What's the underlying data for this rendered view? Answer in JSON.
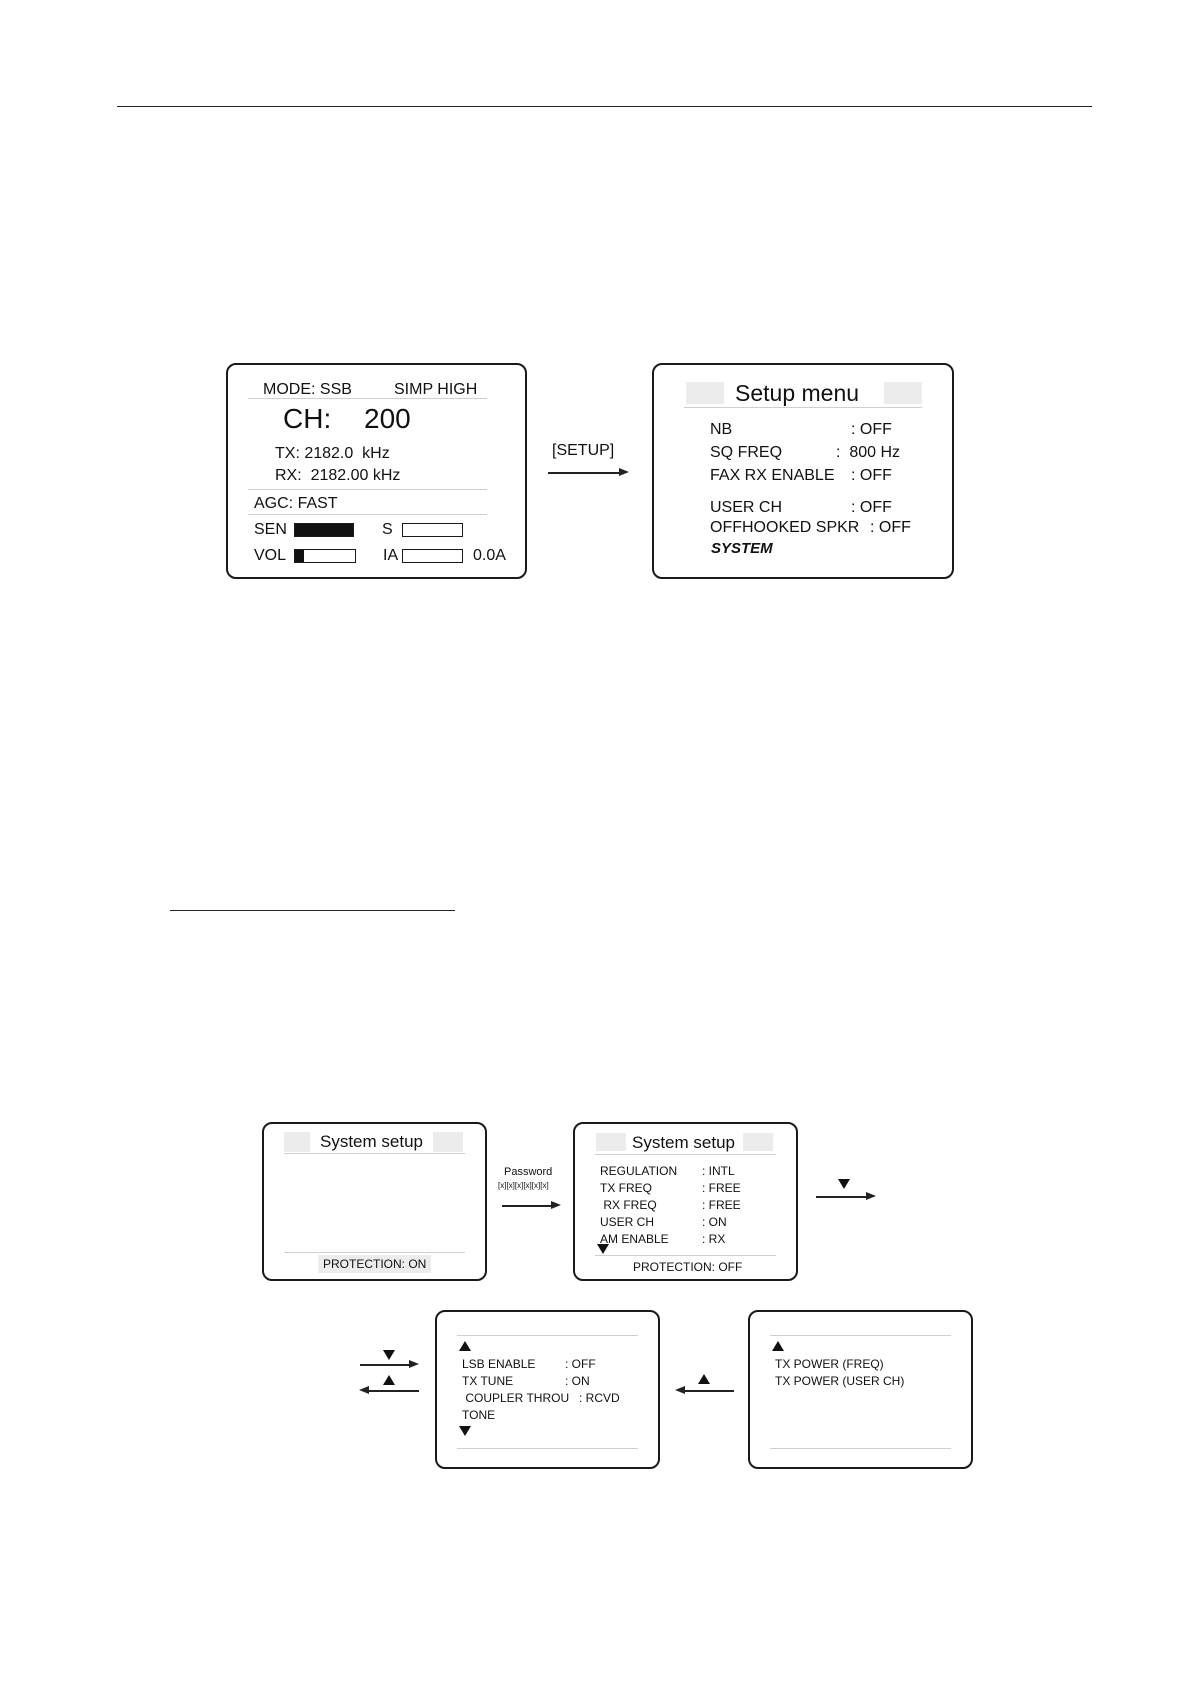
{
  "top_screen": {
    "mode": "MODE: SSB",
    "simp": "SIMP HIGH",
    "ch_label": "CH:",
    "ch_value": "200",
    "tx": "TX: 2182.0  kHz",
    "rx": "RX:  2182.00 kHz",
    "agc": "AGC: FAST",
    "sen_label": "SEN",
    "sen_level": 1.0,
    "s_label": "S",
    "s_level": 0.0,
    "vol_label": "VOL",
    "vol_level": 0.15,
    "ia_label": "IA",
    "ia_level": 0.0,
    "ia_value": "0.0A"
  },
  "setup_arrow_label": "[SETUP]",
  "setup_menu": {
    "title": "Setup menu",
    "rows": [
      {
        "label": "NB",
        "value": ": OFF"
      },
      {
        "label": "SQ FREQ",
        "value": ":  800 Hz"
      },
      {
        "label": "FAX RX ENABLE",
        "value": ": OFF"
      },
      {
        "label": "USER CH",
        "value": ": OFF"
      },
      {
        "label": "OFFHOOKED SPKR",
        "value": ": OFF"
      }
    ],
    "system": "SYSTEM"
  },
  "system_setup_locked": {
    "title": "System setup",
    "protection": "PROTECTION: ON"
  },
  "password_arrow": {
    "label": "Password",
    "mask": "[x][x][x][x][x][x]"
  },
  "system_setup_unlocked": {
    "title": "System setup",
    "rows": [
      {
        "label": "REGULATION",
        "value": ": INTL"
      },
      {
        "label": "TX FREQ",
        "value": ": FREE"
      },
      {
        "label": " RX FREQ",
        "value": ": FREE"
      },
      {
        "label": "USER CH",
        "value": ": ON"
      },
      {
        "label": "AM ENABLE",
        "value": ": RX"
      }
    ],
    "protection": "PROTECTION: OFF"
  },
  "system_page2": {
    "rows": [
      {
        "label": "LSB ENABLE",
        "value": ": OFF"
      },
      {
        "label": "TX TUNE",
        "value": ": ON"
      },
      {
        "label": " COUPLER THROU",
        "value": ": RCVD"
      },
      {
        "label": "TONE",
        "value": ""
      }
    ]
  },
  "system_page3": {
    "rows": [
      {
        "label": "TX POWER (FREQ)"
      },
      {
        "label": "TX POWER (USER CH)"
      }
    ]
  }
}
